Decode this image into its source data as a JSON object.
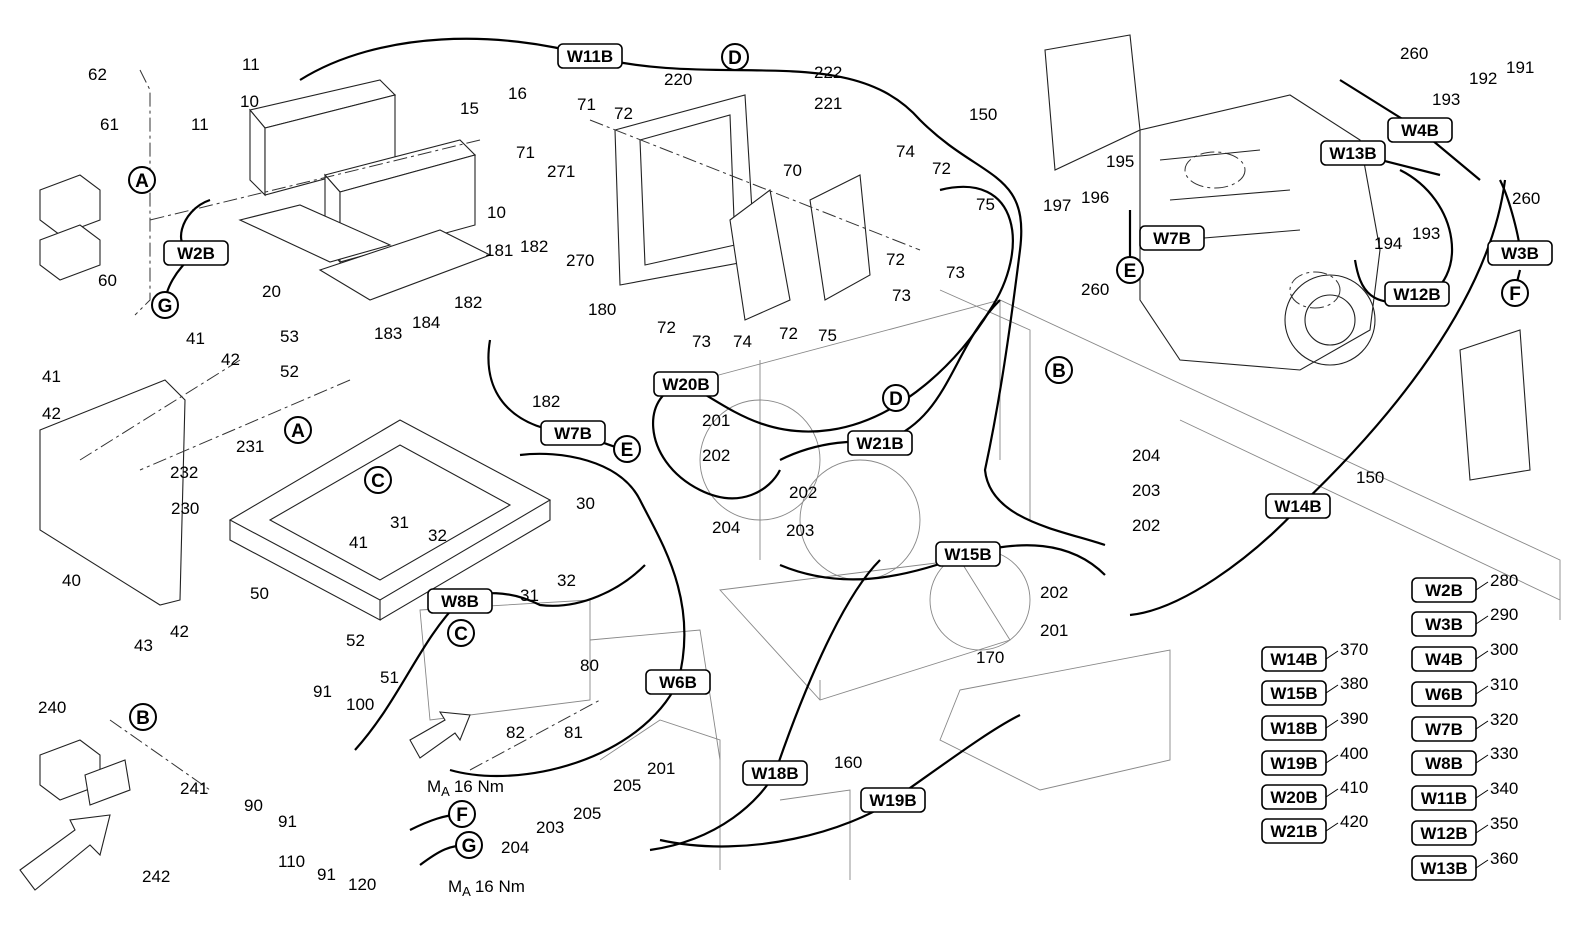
{
  "callouts": [
    "62",
    "61",
    "60",
    "11",
    "10",
    "15",
    "16",
    "11",
    "20",
    "10",
    "181",
    "182",
    "270",
    "180",
    "183",
    "184",
    "182",
    "182",
    "71",
    "72",
    "71",
    "271",
    "220",
    "222",
    "221",
    "70",
    "74",
    "72",
    "75",
    "72",
    "73",
    "73",
    "75",
    "72",
    "74",
    "72",
    "73",
    "150",
    "195",
    "197",
    "196",
    "260",
    "260",
    "191",
    "192",
    "193",
    "260",
    "194",
    "193",
    "150",
    "41",
    "42",
    "41",
    "42",
    "53",
    "52",
    "231",
    "232",
    "230",
    "31",
    "32",
    "30",
    "41",
    "31",
    "32",
    "40",
    "43",
    "42",
    "50",
    "52",
    "51",
    "201",
    "202",
    "202",
    "204",
    "203",
    "204",
    "203",
    "202",
    "202",
    "201",
    "170",
    "160",
    "80",
    "82",
    "81",
    "91",
    "100",
    "90",
    "91",
    "110",
    "91",
    "120",
    "240",
    "241",
    "242",
    "205",
    "201",
    "205",
    "203",
    "204"
  ],
  "cable_tags": [
    "W11B",
    "W2B",
    "W7B",
    "W4B",
    "W13B",
    "W12B",
    "W3B",
    "W20B",
    "W7B",
    "W21B",
    "W14B",
    "W15B",
    "W8B",
    "W6B",
    "W18B",
    "W19B"
  ],
  "reference_letters": [
    "D",
    "A",
    "G",
    "E",
    "F",
    "B",
    "D",
    "A",
    "C",
    "E",
    "C",
    "B",
    "F",
    "G"
  ],
  "torque": [
    {
      "symbol": "M",
      "subscript": "A",
      "value": "16 Nm"
    },
    {
      "symbol": "M",
      "subscript": "A",
      "value": "16 Nm"
    }
  ],
  "legend": [
    {
      "tag": "W2B",
      "part": "280"
    },
    {
      "tag": "W3B",
      "part": "290"
    },
    {
      "tag": "W4B",
      "part": "300"
    },
    {
      "tag": "W6B",
      "part": "310"
    },
    {
      "tag": "W7B",
      "part": "320"
    },
    {
      "tag": "W8B",
      "part": "330"
    },
    {
      "tag": "W11B",
      "part": "340"
    },
    {
      "tag": "W12B",
      "part": "350"
    },
    {
      "tag": "W13B",
      "part": "360"
    },
    {
      "tag": "W14B",
      "part": "370"
    },
    {
      "tag": "W15B",
      "part": "380"
    },
    {
      "tag": "W18B",
      "part": "390"
    },
    {
      "tag": "W19B",
      "part": "400"
    },
    {
      "tag": "W20B",
      "part": "410"
    },
    {
      "tag": "W21B",
      "part": "420"
    }
  ]
}
